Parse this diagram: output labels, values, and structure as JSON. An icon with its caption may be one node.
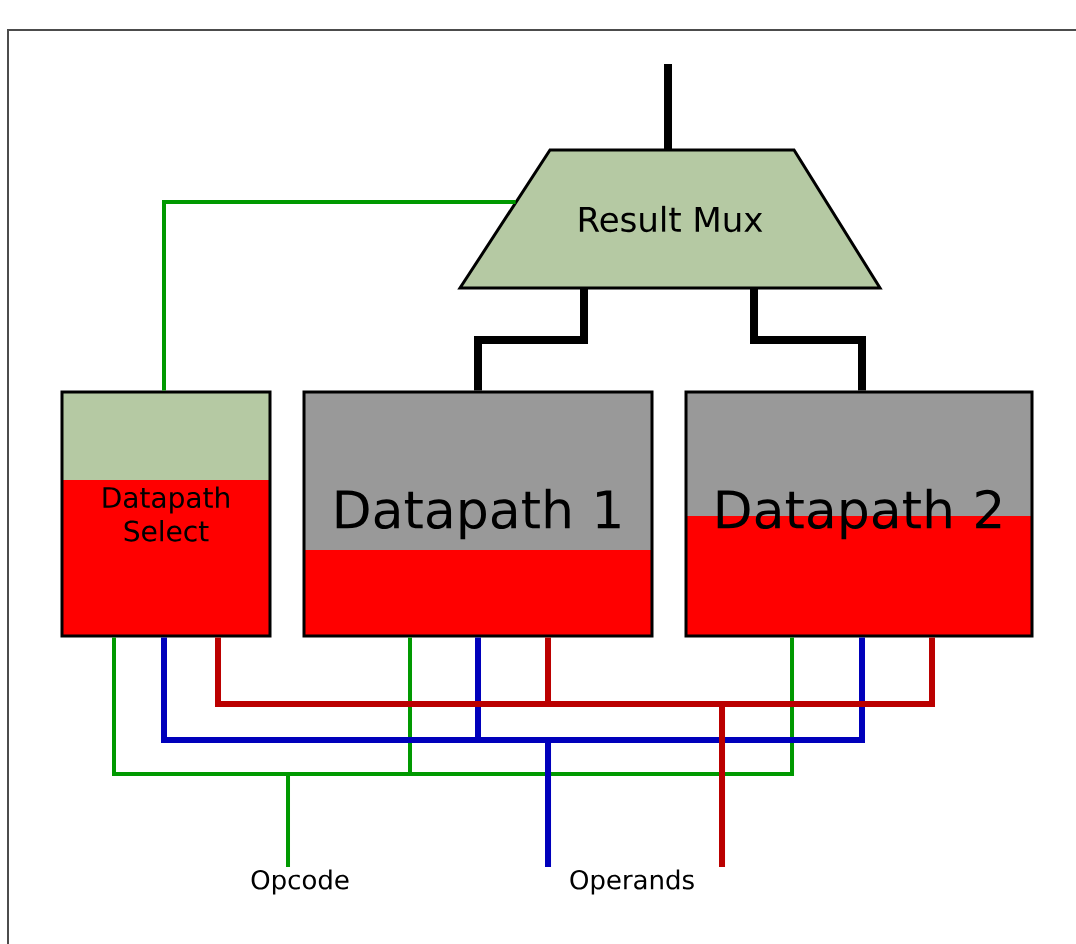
{
  "diagram": {
    "nodes": [
      {
        "text": [
          "Result Mux"
        ]
      },
      {
        "text": [
          "Datapath Select"
        ]
      },
      {
        "text": [
          "Datapath 1"
        ]
      },
      {
        "text": [
          "Datapath 2"
        ]
      },
      {
        "text": [
          "Opcode"
        ]
      },
      {
        "text": [
          "Operands"
        ]
      }
    ],
    "edges": [
      {
        "from": null,
        "to": 0,
        "arrow": "none",
        "color": "#000000"
      },
      {
        "from": 0,
        "to": 2,
        "arrow": "none",
        "color": "#000000"
      },
      {
        "from": 0,
        "to": 3,
        "arrow": "none",
        "color": "#000000"
      },
      {
        "from": 1,
        "to": 0,
        "arrow": "none",
        "color": "#009900"
      },
      {
        "from": 4,
        "to": 1,
        "arrow": "none",
        "color": "#009900"
      },
      {
        "from": 4,
        "to": 2,
        "arrow": "none",
        "color": "#009900"
      },
      {
        "from": 4,
        "to": 3,
        "arrow": "none",
        "color": "#009900"
      },
      {
        "from": 5,
        "to": 1,
        "arrow": "none",
        "color": "#0000bb"
      },
      {
        "from": 5,
        "to": 2,
        "arrow": "none",
        "color": "#0000bb"
      },
      {
        "from": 5,
        "to": 3,
        "arrow": "none",
        "color": "#0000bb"
      },
      {
        "from": 5,
        "to": 1,
        "arrow": "none",
        "color": "#bb0000"
      },
      {
        "from": 5,
        "to": 2,
        "arrow": "none",
        "color": "#bb0000"
      },
      {
        "from": 5,
        "to": 3,
        "arrow": "none",
        "color": "#bb0000"
      }
    ]
  }
}
